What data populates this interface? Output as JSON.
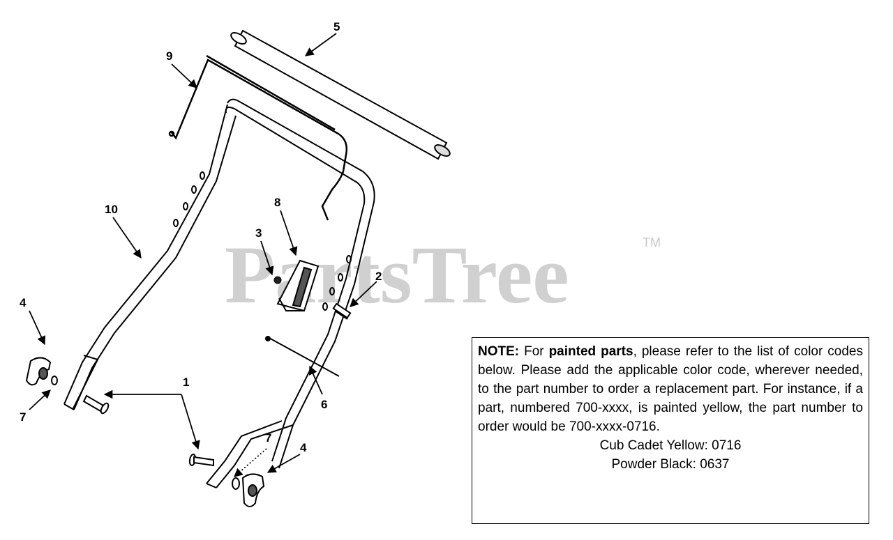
{
  "watermark": {
    "text": "PartsTree",
    "trademark": "TM"
  },
  "callouts": [
    "5",
    "9",
    "10",
    "8",
    "3",
    "2",
    "4",
    "7",
    "1",
    "6",
    "7",
    "4"
  ],
  "note": {
    "label": "NOTE:",
    "text_1": " For ",
    "emphasis": "painted parts",
    "text_2": ", please refer to the list of color codes below. Please add the applicable color code, wherever needed, to the part number to order a replacement part. For instance, if a part, numbered 700-xxxx, is painted yellow,  the part number to order would be 700-xxxx-0716.",
    "color_codes": [
      "Cub Cadet Yellow:  0716",
      "Powder Black: 0637"
    ]
  }
}
